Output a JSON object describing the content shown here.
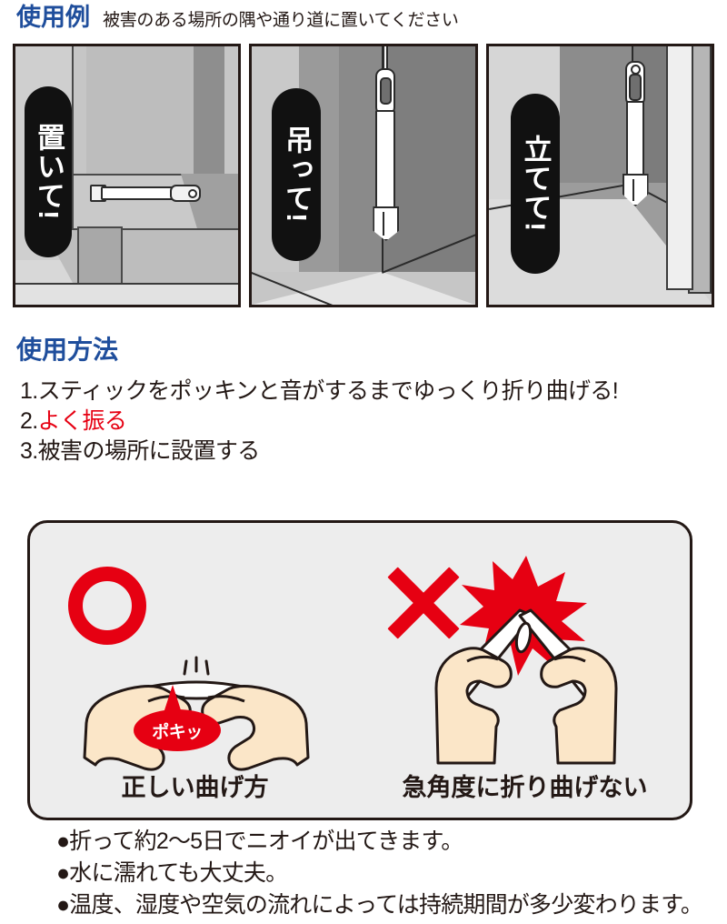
{
  "usage_examples": {
    "title": "使用例",
    "subtitle": "被害のある場所の隅や通り道に置いてください",
    "panels": [
      {
        "label": "置いて!",
        "scene": "cabinet-shelf"
      },
      {
        "label": "吊って!",
        "scene": "wall-corner-hanging"
      },
      {
        "label": "立てて!",
        "scene": "wall-corner-standing"
      }
    ]
  },
  "usage_method": {
    "title": "使用方法",
    "steps": [
      {
        "number": "1.",
        "text": "スティックをポッキンと音がするまでゆっくり折り曲げる!",
        "highlight": false
      },
      {
        "number": "2.",
        "text": "よく振る",
        "highlight": true
      },
      {
        "number": "3.",
        "text": "被害の場所に設置する",
        "highlight": false
      }
    ]
  },
  "bend_guide": {
    "correct": {
      "mark": "circle-ok-mark",
      "caption": "正しい曲げ方",
      "sound_bubble": "ポキッ"
    },
    "incorrect": {
      "mark": "cross-ng-mark",
      "caption": "急角度に折り曲げない"
    }
  },
  "notes": [
    "●折って約2〜5日でニオイが出てきます。",
    "●水に濡れても大丈夫。",
    "●温度、湿度や空気の流れによっては持続期間が多少変わります。"
  ],
  "colors": {
    "heading_blue": "#1f4e9c",
    "accent_red": "#e60012",
    "text_black": "#231815"
  }
}
